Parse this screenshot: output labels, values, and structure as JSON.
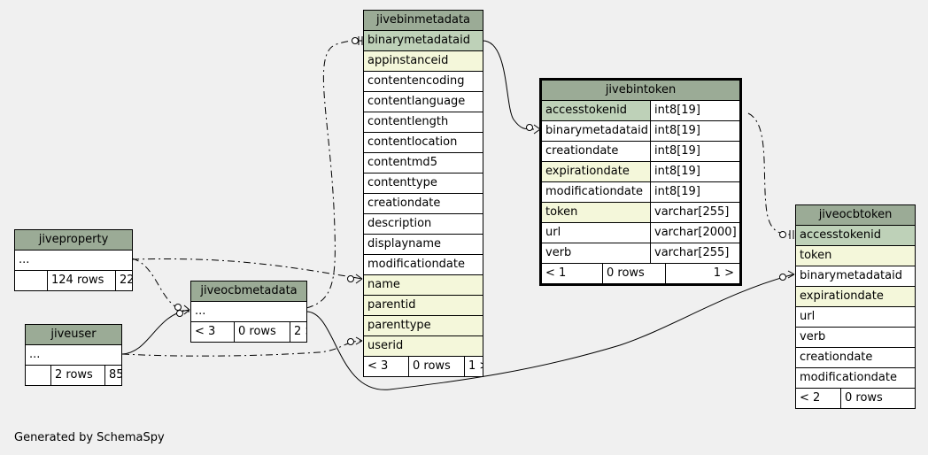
{
  "tables": {
    "jivebinmetadata": {
      "name": "jivebinmetadata",
      "columns": [
        {
          "name": "binarymetadataid",
          "kind": "pk"
        },
        {
          "name": "appinstanceid",
          "kind": "idx"
        },
        {
          "name": "contentencoding",
          "kind": ""
        },
        {
          "name": "contentlanguage",
          "kind": ""
        },
        {
          "name": "contentlength",
          "kind": ""
        },
        {
          "name": "contentlocation",
          "kind": ""
        },
        {
          "name": "contentmd5",
          "kind": ""
        },
        {
          "name": "contenttype",
          "kind": ""
        },
        {
          "name": "creationdate",
          "kind": ""
        },
        {
          "name": "description",
          "kind": ""
        },
        {
          "name": "displayname",
          "kind": ""
        },
        {
          "name": "modificationdate",
          "kind": ""
        },
        {
          "name": "name",
          "kind": "idx"
        },
        {
          "name": "parentid",
          "kind": "idx"
        },
        {
          "name": "parenttype",
          "kind": "idx"
        },
        {
          "name": "userid",
          "kind": "idx"
        }
      ],
      "stats": [
        "< 3",
        "0 rows",
        "1 >"
      ]
    },
    "jivebintoken": {
      "name": "jivebintoken",
      "columns": [
        {
          "name": "accesstokenid",
          "type": "int8[19]",
          "kind": "pk"
        },
        {
          "name": "binarymetadataid",
          "type": "int8[19]",
          "kind": ""
        },
        {
          "name": "creationdate",
          "type": "int8[19]",
          "kind": ""
        },
        {
          "name": "expirationdate",
          "type": "int8[19]",
          "kind": "idx"
        },
        {
          "name": "modificationdate",
          "type": "int8[19]",
          "kind": ""
        },
        {
          "name": "token",
          "type": "varchar[255]",
          "kind": "idx"
        },
        {
          "name": "url",
          "type": "varchar[2000]",
          "kind": ""
        },
        {
          "name": "verb",
          "type": "varchar[255]",
          "kind": ""
        }
      ],
      "stats": [
        "< 1",
        "0 rows",
        "1 >"
      ]
    },
    "jiveocbtoken": {
      "name": "jiveocbtoken",
      "columns": [
        {
          "name": "accesstokenid",
          "kind": "pk"
        },
        {
          "name": "token",
          "kind": "idx"
        },
        {
          "name": "binarymetadataid",
          "kind": ""
        },
        {
          "name": "expirationdate",
          "kind": "idx"
        },
        {
          "name": "url",
          "kind": ""
        },
        {
          "name": "verb",
          "kind": ""
        },
        {
          "name": "creationdate",
          "kind": ""
        },
        {
          "name": "modificationdate",
          "kind": ""
        }
      ],
      "stats": [
        "< 2",
        "0 rows"
      ]
    },
    "jiveproperty": {
      "name": "jiveproperty",
      "columns": [
        {
          "name": "...",
          "kind": ""
        }
      ],
      "stats": [
        "",
        "124 rows",
        "22 >"
      ]
    },
    "jiveocbmetadata": {
      "name": "jiveocbmetadata",
      "columns": [
        {
          "name": "...",
          "kind": ""
        }
      ],
      "stats": [
        "< 3",
        "0 rows",
        "2 >"
      ]
    },
    "jiveuser": {
      "name": "jiveuser",
      "columns": [
        {
          "name": "...",
          "kind": ""
        }
      ],
      "stats": [
        "",
        "2 rows",
        "85 >"
      ]
    }
  },
  "footer": "Generated by SchemaSpy"
}
